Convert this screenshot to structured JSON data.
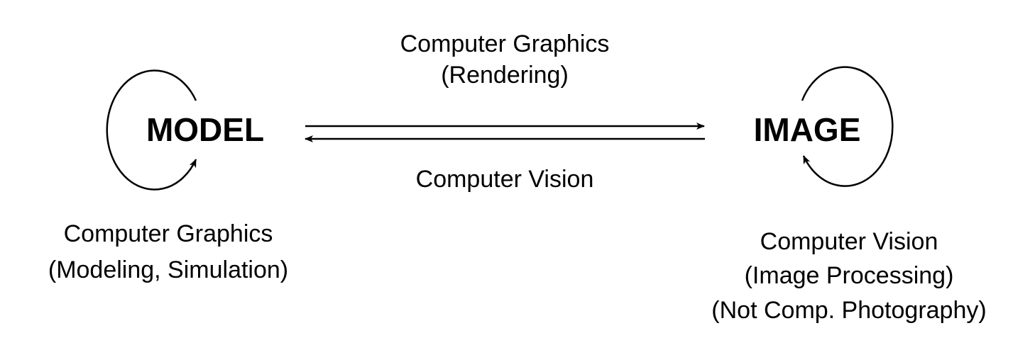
{
  "nodes": {
    "model": "MODEL",
    "image": "IMAGE"
  },
  "forward_edge": {
    "line1": "Computer Graphics",
    "line2": "(Rendering)"
  },
  "backward_edge": {
    "label": "Computer Vision"
  },
  "model_loop": {
    "line1": "Computer Graphics",
    "line2": "(Modeling, Simulation)"
  },
  "image_loop": {
    "line1": "Computer Vision",
    "line2": "(Image Processing)",
    "line3": "(Not Comp. Photography)"
  }
}
